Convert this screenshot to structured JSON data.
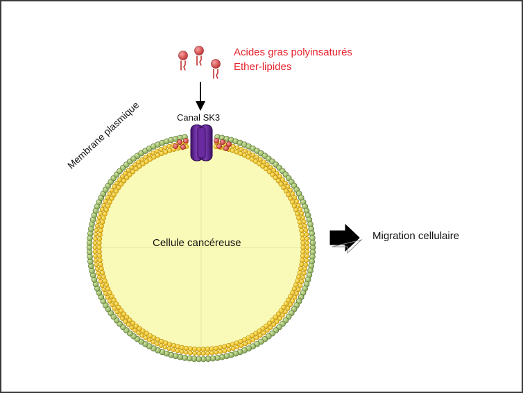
{
  "labels": {
    "lipid_line1": "Acides gras polyinsaturés",
    "lipid_line2": "Ether-lipides",
    "channel": "Canal SK3",
    "membrane": "Membrane plasmique",
    "cell": "Cellule cancéreuse",
    "migration": "Migration cellulaire"
  },
  "colors": {
    "text_accent": "#e8202a",
    "cytoplasm": "#fafab8",
    "lipid_head_outer": "#a8c878",
    "lipid_tail_inner": "#f0c81e",
    "channel": "#5a1f8c",
    "lipid_molecule": "#d84848"
  }
}
